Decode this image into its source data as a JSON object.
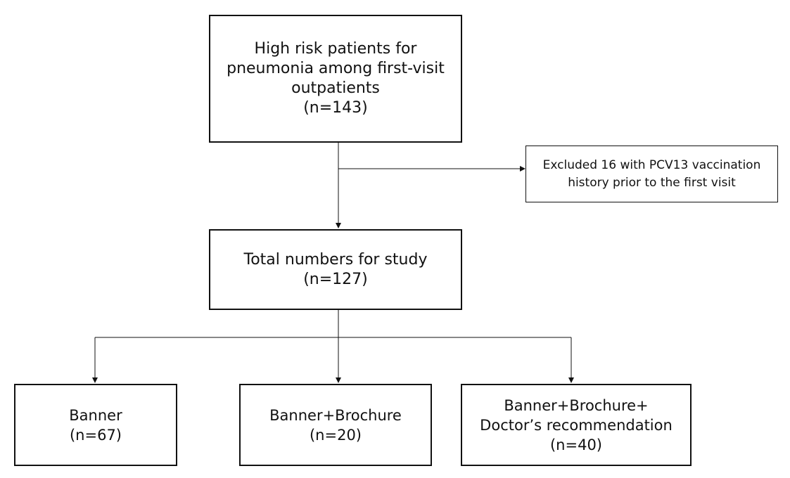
{
  "boxes": {
    "top": {
      "lines": [
        "High risk patients for",
        "pneumonia among first-visit",
        "outpatients",
        "(n=143)"
      ]
    },
    "excluded": {
      "lines": [
        "Excluded 16 with PCV13 vaccination",
        "history prior to the first visit"
      ]
    },
    "total": {
      "lines": [
        "Total numbers for study",
        "(n=127)"
      ]
    },
    "banner": {
      "lines": [
        "Banner",
        "(n=67)"
      ]
    },
    "banner_brochure": {
      "lines": [
        "Banner+Brochure",
        "(n=20)"
      ]
    },
    "banner_brochure_doctor": {
      "lines": [
        "Banner+Brochure+",
        "Doctor’s recommendation",
        "(n=40)"
      ]
    }
  },
  "colors": {
    "stroke": "#111111",
    "background": "#ffffff"
  }
}
